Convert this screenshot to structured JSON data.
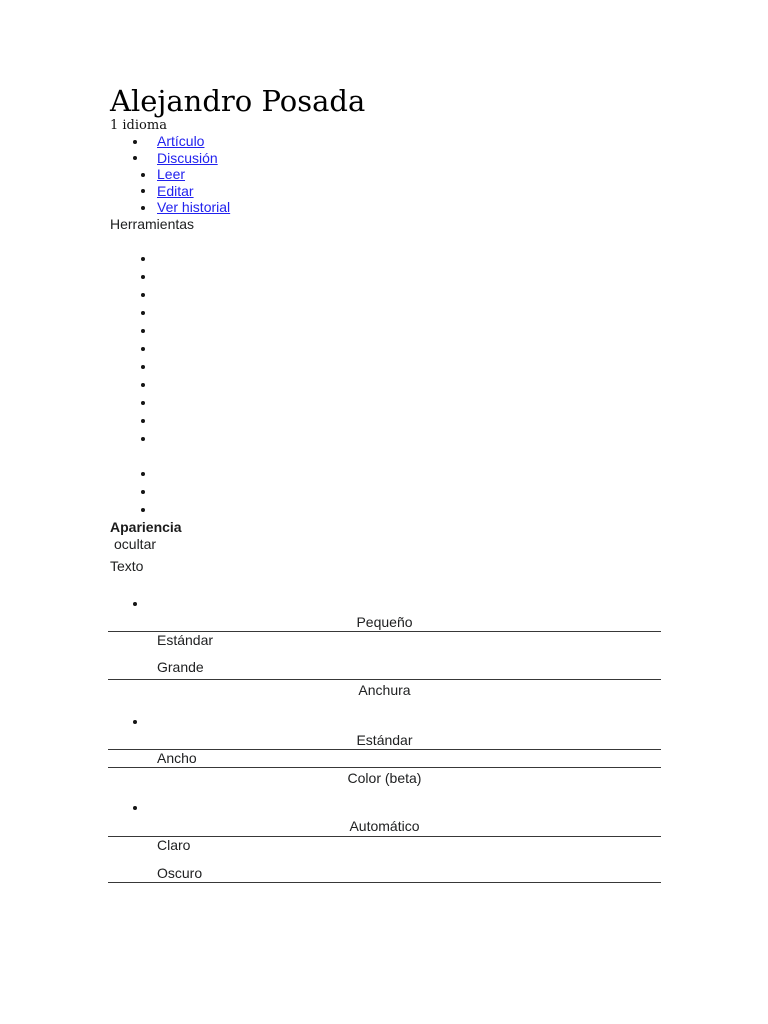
{
  "page": {
    "title": "Alejandro Posada",
    "language_count_label": "1 idioma",
    "tools_label": "Herramientas"
  },
  "nav": {
    "items": [
      {
        "label": "Artículo",
        "level": 1
      },
      {
        "label": "Discusión",
        "level": 1
      },
      {
        "label": "Leer",
        "level": 2
      },
      {
        "label": "Editar",
        "level": 2
      },
      {
        "label": "Ver historial",
        "level": 2
      }
    ]
  },
  "placeholder_bullets": {
    "group_a_count": 11,
    "group_b_count": 3
  },
  "appearance": {
    "heading": "Apariencia",
    "hide_label": "ocultar",
    "sections": [
      {
        "label": "Texto",
        "options": [
          {
            "label": "Pequeño"
          },
          {
            "label": "Estándar"
          },
          {
            "label": "Grande"
          }
        ]
      },
      {
        "label": "Anchura",
        "options": [
          {
            "label": "Estándar"
          },
          {
            "label": "Ancho"
          }
        ]
      },
      {
        "label": "Color (beta)",
        "options": [
          {
            "label": "Automático"
          },
          {
            "label": "Claro"
          },
          {
            "label": "Oscuro"
          }
        ]
      }
    ]
  },
  "colors": {
    "link_blue": "#2222ee",
    "text": "#202122",
    "rule": "#383838"
  }
}
